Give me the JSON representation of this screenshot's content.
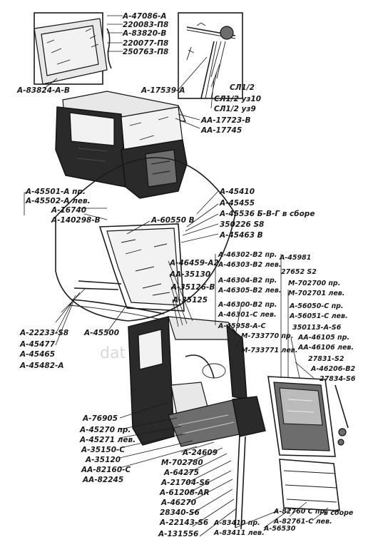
{
  "watermark": "dat",
  "labels": [
    "А-47086-А",
    "220083-П8",
    "А-83820-В",
    "220077-П8",
    "250763-П8",
    "А-83824-А-В",
    "А-17539-А",
    "СЛ1/2",
    "СЛ1/2 уз10",
    "СЛ1/2 уз9",
    "АА-17723-В",
    "АА-17745",
    "А-45501-А пр.",
    "А-45502-А лев.",
    "А-16740",
    "А-140298-В",
    "А-60550 В",
    "А-45410",
    "А-45455",
    "А-45536 Б-В-Г в сборе",
    "350226 S8",
    "А-45463 В",
    "А-46459-А2",
    "АА-35130",
    "А-35126-В",
    "А-35125",
    "А-46302-В2 пр.",
    "А-46303-В2 лев.",
    "А-46304-В2 пр.",
    "А-46305-В2 лев.",
    "А-46300-В2 пр.",
    "А-46301-С лев.",
    "А-45958-А-С",
    "М-733770 пр.",
    "М-733771 лев.",
    "А-45981",
    "27652 S2",
    "М-702700 пр.",
    "М-702701 лев.",
    "А-56050-С пр.",
    "А-56051-С лев.",
    "350113-А-S6",
    "АА-46105 пр.",
    "АА-46106 лев.",
    "27831-S2",
    "А-46206-В2",
    "27834-S6",
    "А-22233-S8",
    "А-45477",
    "А-45465",
    "А-45482-А",
    "А-45500",
    "А-76905",
    "А-45270 пр.",
    "А-45271 лев.",
    "А-35150-С",
    "А-35120",
    "АА-82160-С",
    "АА-82245",
    "А-24609",
    "М-702780",
    "А-64275",
    "А-21704-S6",
    "А-61208-АR",
    "А-46270",
    "28340-S6",
    "А-22143-S6",
    "А-131556",
    "А-83410 пр.",
    "А-83411 лев.",
    "А-56530",
    "А-82760 С пр.",
    "А-82761-С лев.",
    "в сборе"
  ]
}
